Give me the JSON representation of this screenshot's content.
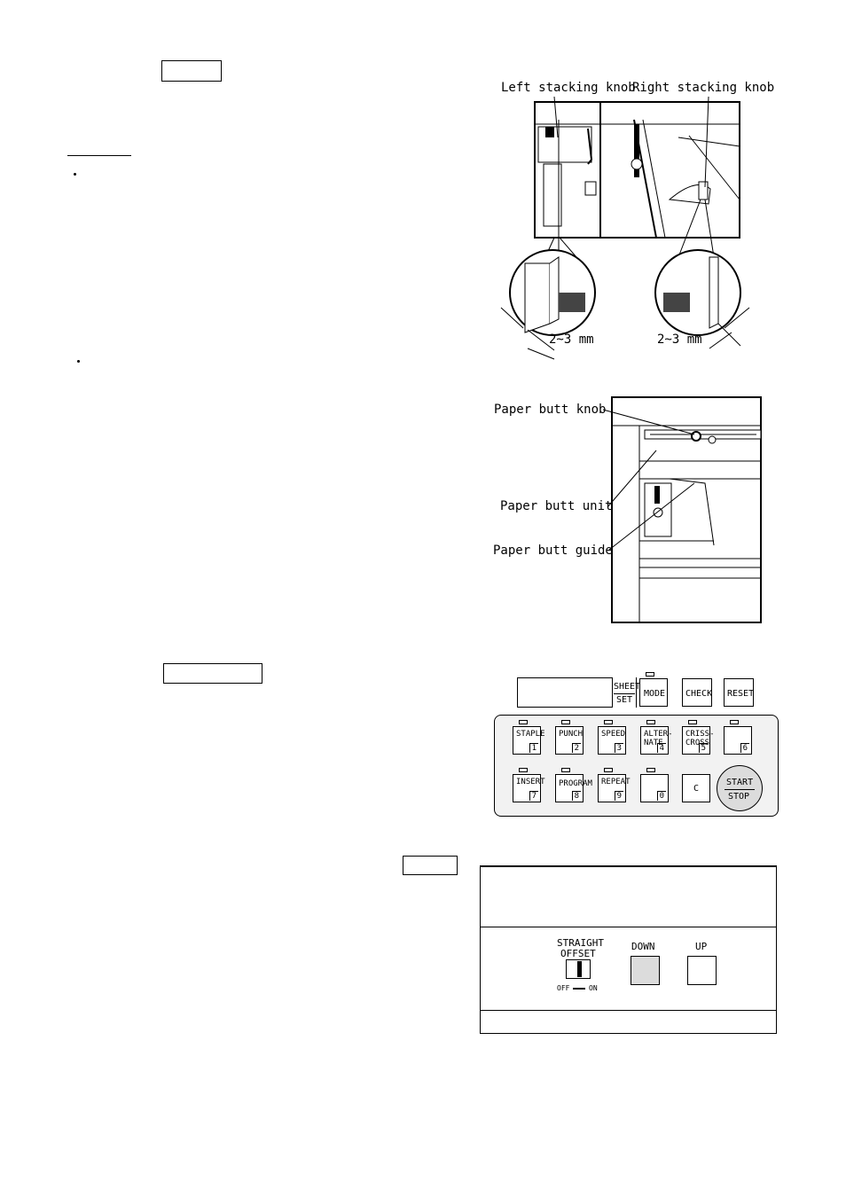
{
  "figure1": {
    "left_label": "Left stacking knob",
    "right_label": "Right stacking knob",
    "left_dim": "2~3 mm",
    "right_dim": "2~3 mm"
  },
  "figure2": {
    "knob_label": "Paper butt knob",
    "unit_label": "Paper butt unit",
    "guide_label": "Paper butt guide"
  },
  "control_panel": {
    "sheet": "SHEET",
    "set": "SET",
    "mode": "MODE",
    "check": "CHECK",
    "reset": "RESET",
    "keys": [
      {
        "label": "STAPLE",
        "num": "1"
      },
      {
        "label": "PUNCH",
        "num": "2"
      },
      {
        "label": "SPEED",
        "num": "3"
      },
      {
        "label": "ALTER-\nNATE",
        "num": "4"
      },
      {
        "label": "CRISS-\nCROSS",
        "num": "5"
      },
      {
        "label": "",
        "num": "6"
      },
      {
        "label": "INSERT",
        "num": "7"
      },
      {
        "label": "PROGRAM",
        "num": "8"
      },
      {
        "label": "REPEAT",
        "num": "9"
      },
      {
        "label": "",
        "num": "0"
      }
    ],
    "clear": "C",
    "start": "START",
    "stop": "STOP"
  },
  "tray_panel": {
    "straight": "STRAIGHT",
    "offset": "OFFSET",
    "off": "OFF",
    "on": "ON",
    "down": "DOWN",
    "up": "UP"
  }
}
